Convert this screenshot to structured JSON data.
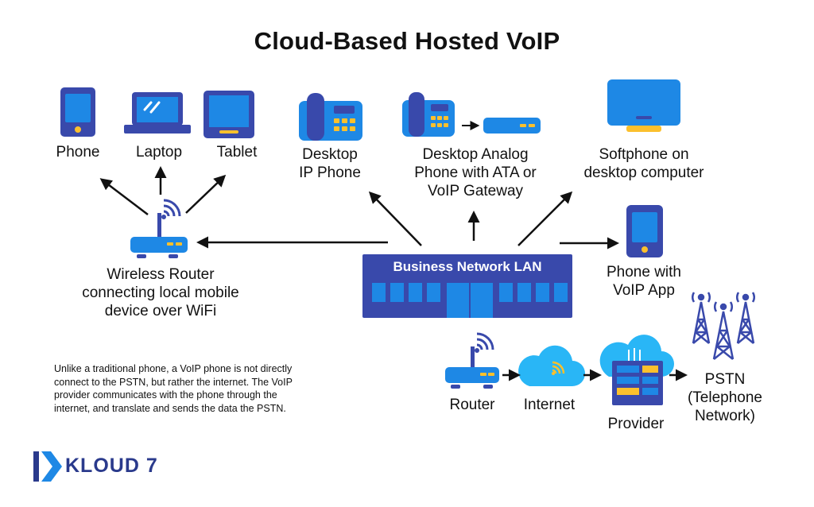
{
  "title": "Cloud-Based Hosted VoIP",
  "devices": {
    "phone": "Phone",
    "laptop": "Laptop",
    "tablet": "Tablet",
    "desktop_ip_phone": [
      "Desktop",
      "IP Phone"
    ],
    "analog_phone": [
      "Desktop Analog",
      "Phone with ATA or",
      "VoIP Gateway"
    ],
    "softphone": [
      "Softphone on",
      "desktop computer"
    ],
    "voip_app": [
      "Phone with",
      "VoIP App"
    ],
    "wireless_router": [
      "Wireless Router",
      "connecting local mobile",
      "device over WiFi"
    ]
  },
  "network": {
    "lan": "Business Network LAN",
    "router": "Router",
    "internet": "Internet",
    "provider": "Provider",
    "pstn": [
      "PSTN",
      "(Telephone",
      "Network)"
    ]
  },
  "note": "Unlike a traditional phone, a VoIP phone is not directly connect to the PSTN, but rather the internet. The VoIP provider communicates with the phone through the internet, and translate and sends the data the PSTN.",
  "logo": {
    "text": "KLOUD 7"
  },
  "colors": {
    "dark_blue": "#3949ab",
    "light_blue": "#1e88e5",
    "sky": "#29b6f6",
    "yellow": "#fbc02d",
    "arrow": "#111111"
  }
}
